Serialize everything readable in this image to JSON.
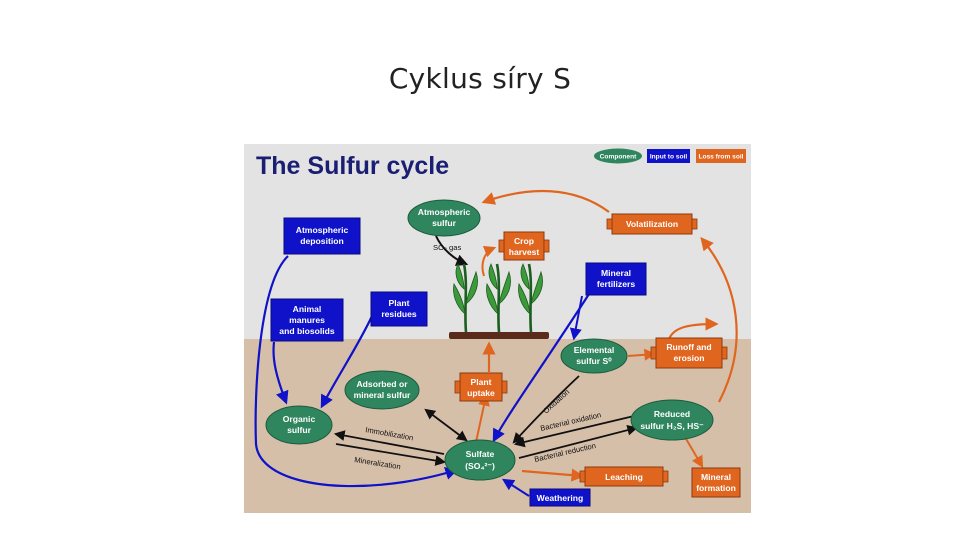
{
  "slide": {
    "title": "Cyklus síry S"
  },
  "diagram": {
    "title": "The Sulfur cycle",
    "legend": {
      "component": "Component",
      "input": "Input to soil",
      "loss": "Loss from soil"
    },
    "colors": {
      "sky": "#e3e3e3",
      "soil": "#d6bfa9",
      "green": "#2f855e",
      "blue": "#0f12c8",
      "orange": "#e0661f",
      "title": "#1a1f73"
    },
    "components": {
      "atmospheric_sulfur": [
        "Atmospheric",
        "sulfur"
      ],
      "elemental_sulfur": [
        "Elemental",
        "sulfur S⁰"
      ],
      "adsorbed": [
        "Adsorbed or",
        "mineral sulfur"
      ],
      "organic": [
        "Organic",
        "sulfur"
      ],
      "sulfate": [
        "Sulfate",
        "(SO₄²⁻)"
      ],
      "reduced": [
        "Reduced",
        "sulfur H₂S, HS⁻"
      ]
    },
    "inputs": {
      "atmospheric_deposition": [
        "Atmospheric",
        "deposition"
      ],
      "animal_manures": [
        "Animal",
        "manures",
        "and biosolids"
      ],
      "plant_residues": [
        "Plant",
        "residues"
      ],
      "mineral_fertilizers": [
        "Mineral",
        "fertilizers"
      ],
      "weathering": [
        "Weathering"
      ]
    },
    "losses": {
      "volatilization": [
        "Volatilization"
      ],
      "crop_harvest": [
        "Crop",
        "harvest"
      ],
      "runoff": [
        "Runoff and",
        "erosion"
      ],
      "plant_uptake": [
        "Plant",
        "uptake"
      ],
      "leaching": [
        "Leaching"
      ],
      "mineral_formation": [
        "Mineral",
        "formation"
      ]
    },
    "process_labels": {
      "so2_gas": "SO₂ gas",
      "immobilization": "Immobilization",
      "mineralization": "Mineralization",
      "oxidation": "Oxidation",
      "bacterial_oxidation": "Bacterial oxidation",
      "bacterial_reduction": "Bacterial reduction"
    }
  }
}
